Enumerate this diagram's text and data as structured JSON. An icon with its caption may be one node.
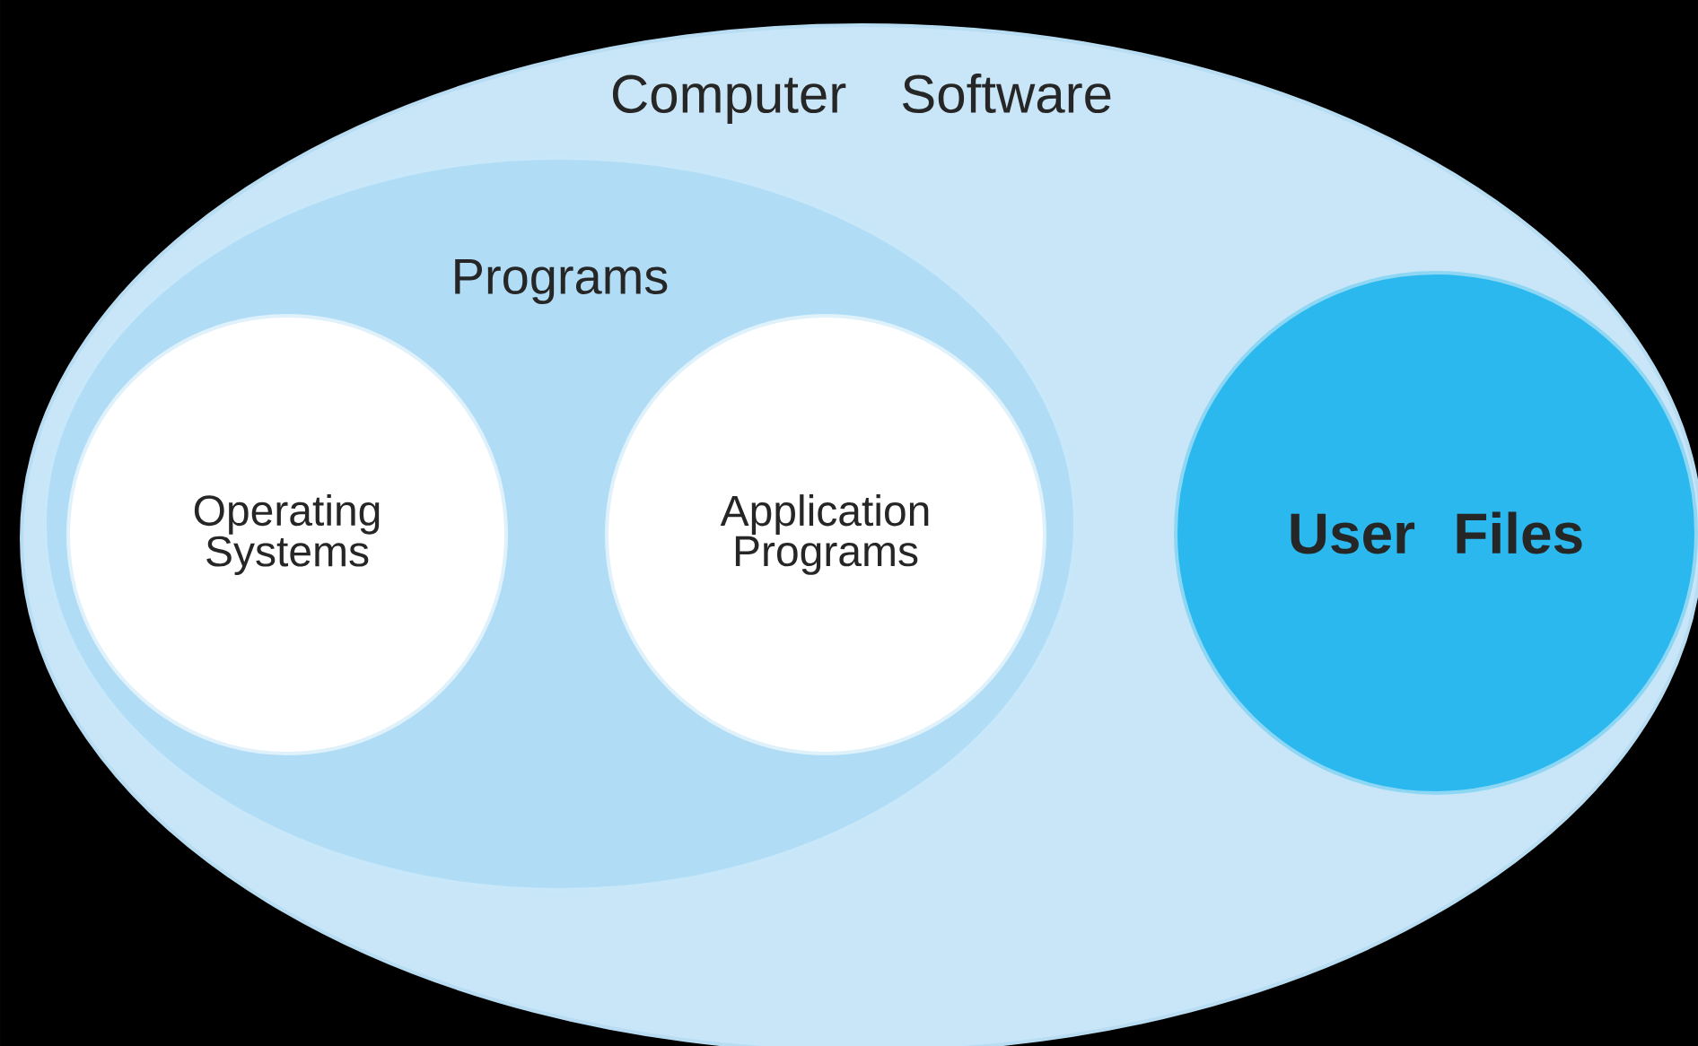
{
  "diagram": {
    "nodes": [
      {
        "text": [
          "Computer Software"
        ]
      },
      {
        "text": [
          "Programs"
        ],
        "in": 0
      },
      {
        "text": [
          "Operating Systems"
        ],
        "in": 1
      },
      {
        "text": [
          "Application Programs"
        ],
        "in": 1
      },
      {
        "text": [
          "User Files"
        ],
        "in": 0
      }
    ]
  }
}
